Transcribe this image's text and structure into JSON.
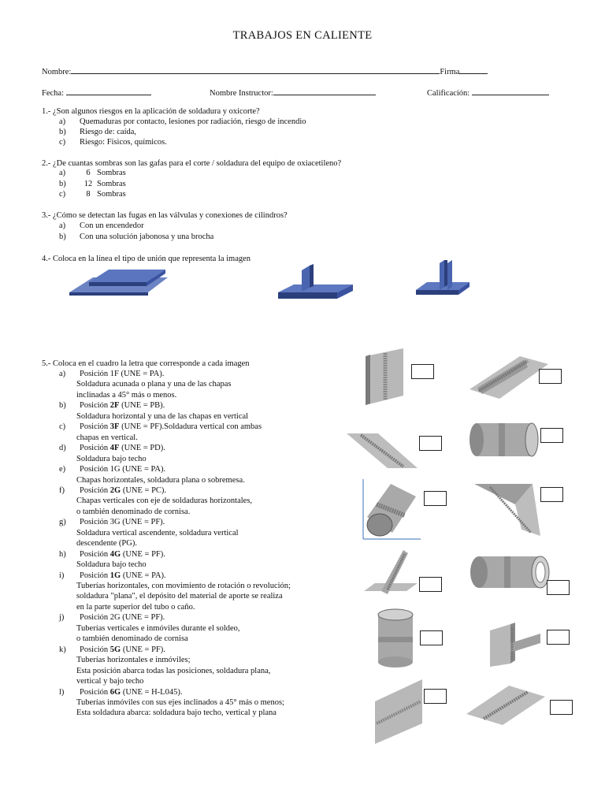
{
  "title": "TRABAJOS EN CALIENTE",
  "header": {
    "nombre_label": "Nombre:",
    "firma_label": "Firma",
    "fecha_label": "Fecha:",
    "instructor_label": "Nombre Instructor:",
    "calificacion_label": "Calificación:"
  },
  "q1": {
    "text": "1.- ¿Son algunos riesgos en la aplicación de soldadura y oxicorte?",
    "options": [
      {
        "letter": "a)",
        "text": "Quemaduras por contacto, lesiones por radiación, riesgo de incendio"
      },
      {
        "letter": "b)",
        "text": "Riesgo de: caída,"
      },
      {
        "letter": "c)",
        "text": "Riesgo: Físicos, químicos."
      }
    ]
  },
  "q2": {
    "text": "2.-  ¿De cuantas sombras son las gafas para el corte / soldadura del equipo de oxiacetileno?",
    "options": [
      {
        "letter": "a)",
        "num": "6",
        "text": "Sombras"
      },
      {
        "letter": "b)",
        "num": "12",
        "text": "Sombras"
      },
      {
        "letter": "c)",
        "num": "8",
        "text": "Sombras"
      }
    ]
  },
  "q3": {
    "text": "3.-  ¿Cómo se detectan las fugas en las válvulas y conexiones de cilindros?",
    "options": [
      {
        "letter": "a)",
        "text": "Con un encendedor"
      },
      {
        "letter": "b)",
        "text": "Con una solución jabonosa y una brocha"
      }
    ]
  },
  "q4": {
    "text": "4.- Coloca en la línea el tipo de unión que representa la imagen"
  },
  "q5": {
    "text": "5.- Coloca en el cuadro la letra que corresponde a cada imagen",
    "items": [
      {
        "letter": "a)",
        "pre": "Posición 1F (UNE = PA).",
        "lines": [
          "Soldadura acunada o plana y  una de las chapas",
          " inclinadas a 45° más o menos."
        ]
      },
      {
        "letter": "b)",
        "pre": "Posición ",
        "bold": "2F",
        "post": " (UNE = PB).",
        "lines": [
          "Soldadura horizontal y una de las chapas en vertical"
        ]
      },
      {
        "letter": "c)",
        "pre": "Posición ",
        "bold": "3F",
        "post": " (UNE = PF).Soldadura vertical con ambas",
        "lines": [
          " chapas en vertical."
        ]
      },
      {
        "letter": "d)",
        "pre": "Posición ",
        "bold": "4F",
        "post": " (UNE = PD).",
        "lines": [
          "Soldadura bajo techo"
        ]
      },
      {
        "letter": "e)",
        "pre": "Posición 1G (UNE = PA).",
        "lines": [
          "Chapas horizontales, soldadura plana o sobremesa."
        ]
      },
      {
        "letter": "f)",
        "pre": "Posición ",
        "bold": "2G",
        "post": " (UNE = PC).",
        "lines": [
          "Chapas verticales con eje de soldaduras horizontales,",
          "o también denominado de cornisa."
        ]
      },
      {
        "letter": "g)",
        "pre": "Posición 3G (UNE = PF).",
        "lines": [
          "Soldadura vertical ascendente, soldadura vertical",
          "descendente (PG)."
        ]
      },
      {
        "letter": "h)",
        "pre": "Posición ",
        "bold": "4G",
        "post": " (UNE = PF).",
        "lines": [
          "Soldadura bajo techo"
        ]
      },
      {
        "letter": "i)",
        "pre": "Posición ",
        "bold": "1G",
        "post": " (UNE = PA).",
        "lines": [
          "Tuberías horizontales, con movimiento de rotación o revolución;",
          " soldadura \"plana\", el depósito del material de aporte se realiza",
          " en la parte superior del tubo o caño."
        ]
      },
      {
        "letter": "j)",
        "pre": "Posición 2G (UNE = PF).",
        "lines": [
          "Tuberías verticales e inmóviles durante el soldeo,",
          "o también denominado de cornisa"
        ]
      },
      {
        "letter": "k)",
        "pre": "Posición ",
        "bold": "5G",
        "post": " (UNE = PF).",
        "lines": [
          "Tuberías horizontales e inmóviles;",
          " Esta posición abarca todas las posiciones, soldadura plana,",
          "vertical y bajo techo"
        ]
      },
      {
        "letter": "l)",
        "pre": "Posición ",
        "bold": "6G",
        "post": " (UNE = H-L045).",
        "lines": [
          "Tuberías inmóviles con sus ejes inclinados a 45° más o menos;",
          "Esta soldadura abarca: soldadura bajo techo, vertical y plana"
        ]
      }
    ]
  },
  "colors": {
    "joint_blue": "#4a65b0",
    "joint_dark": "#2c3f7d",
    "steel": "#9a9a9a",
    "axis": "#3a6fb7"
  }
}
